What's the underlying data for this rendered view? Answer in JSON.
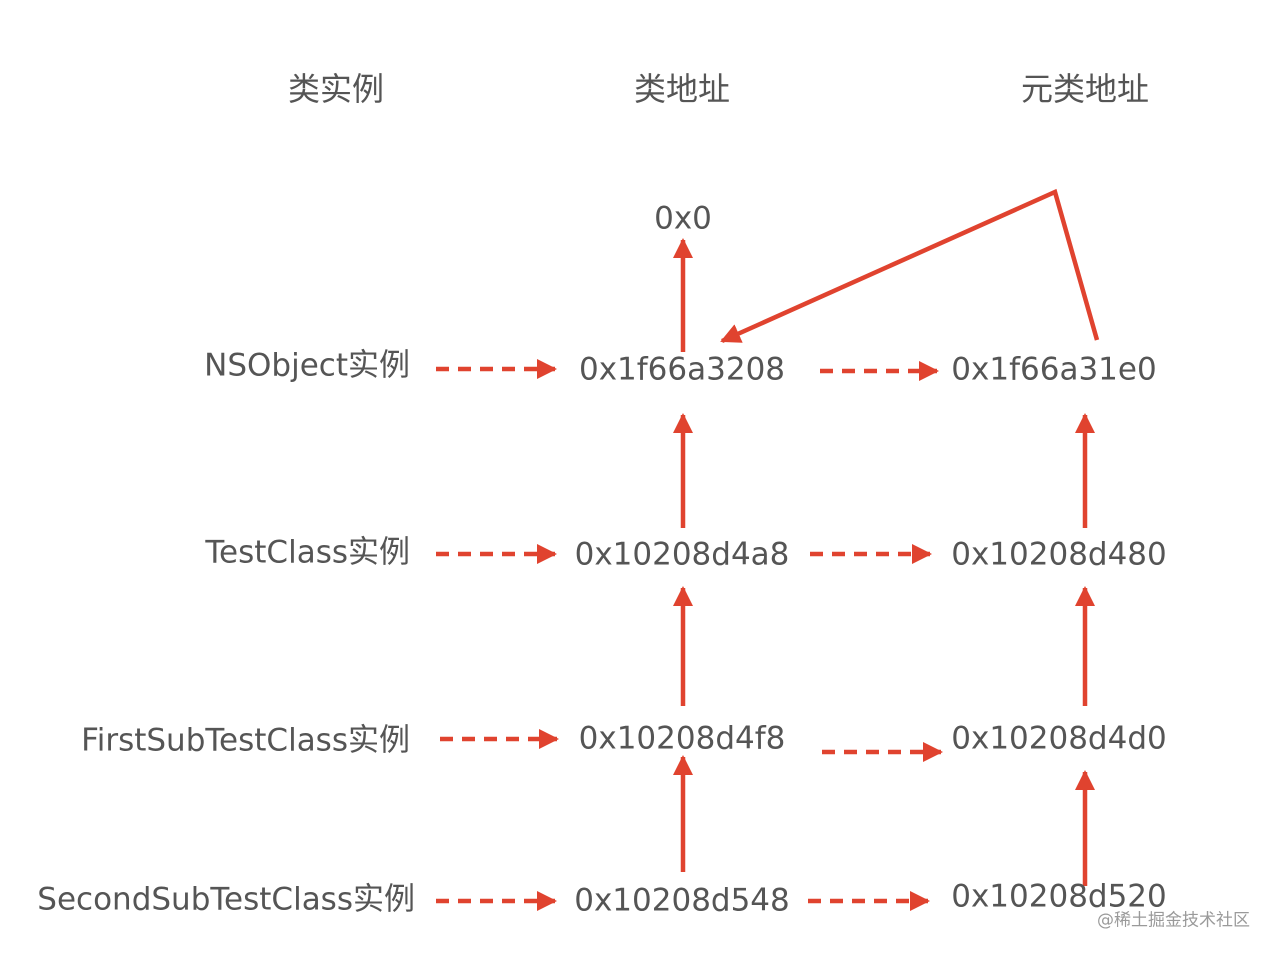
{
  "headers": {
    "instance": "类实例",
    "class_address": "类地址",
    "metaclass_address": "元类地址"
  },
  "root": "0x0",
  "rows": [
    {
      "instance": "NSObject实例",
      "class_address": "0x1f66a3208",
      "metaclass_address": "0x1f66a31e0"
    },
    {
      "instance": "TestClass实例",
      "class_address": "0x10208d4a8",
      "metaclass_address": "0x10208d480"
    },
    {
      "instance": "FirstSubTestClass实例",
      "class_address": "0x10208d4f8",
      "metaclass_address": "0x10208d4d0"
    },
    {
      "instance": "SecondSubTestClass实例",
      "class_address": "0x10208d548",
      "metaclass_address": "0x10208d520"
    }
  ],
  "watermark": "@稀土掘金技术社区",
  "colors": {
    "arrow": "#e0432f",
    "text": "#555555"
  }
}
